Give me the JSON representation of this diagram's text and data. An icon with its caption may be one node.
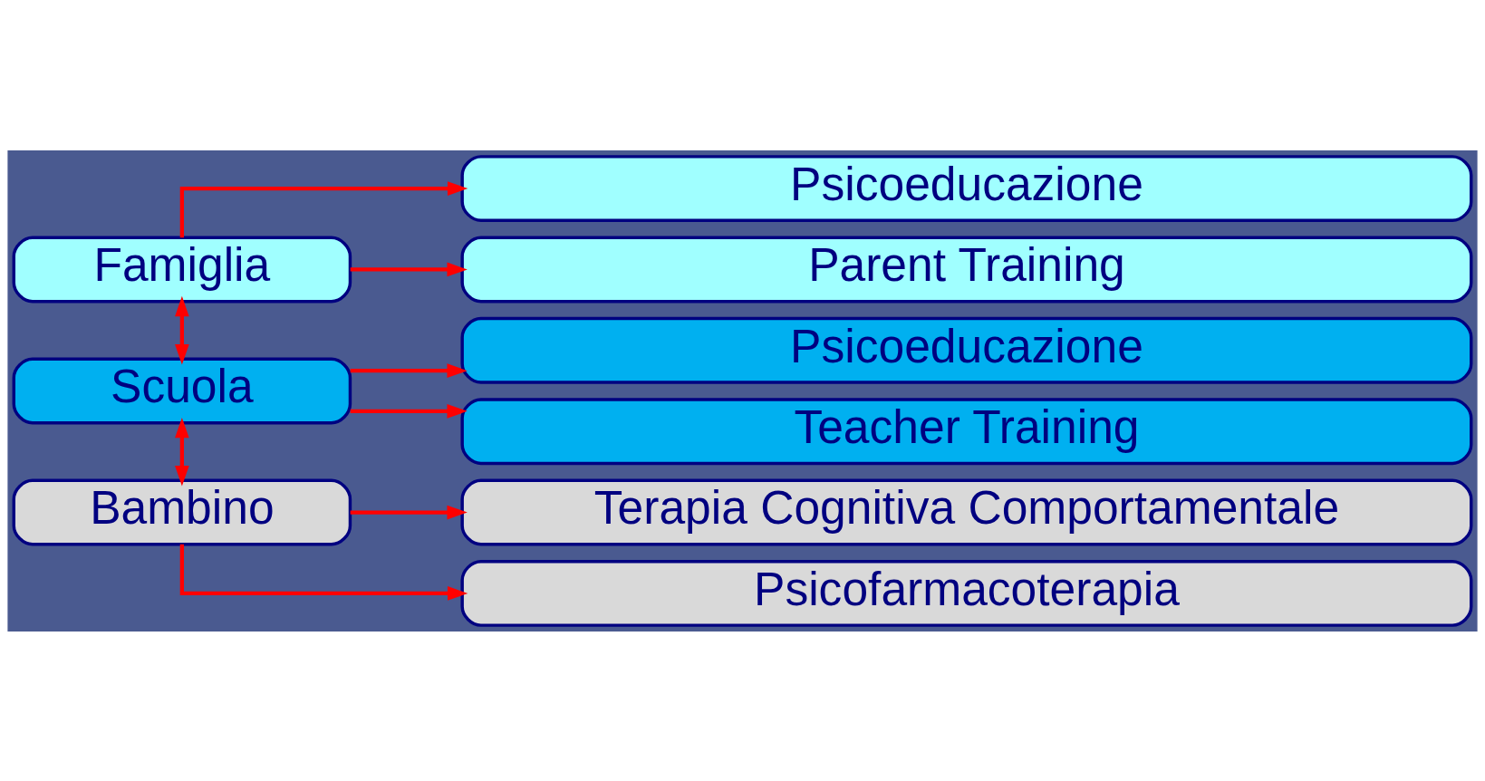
{
  "diagram": {
    "nodes": [
      {
        "text": [
          "Famiglia"
        ]
      },
      {
        "text": [
          "Psicoeducazione"
        ]
      },
      {
        "text": [
          "Parent Training"
        ]
      },
      {
        "text": [
          "Scuola"
        ]
      },
      {
        "text": [
          "Psicoeducazione"
        ]
      },
      {
        "text": [
          "Teacher Training"
        ]
      },
      {
        "text": [
          "Bambino"
        ]
      },
      {
        "text": [
          "Terapia Cognitiva Comportamentale"
        ]
      },
      {
        "text": [
          "Psicofarmacoterapia"
        ]
      }
    ],
    "edges": [
      {
        "from": 0,
        "to": 1,
        "arrow": "to"
      },
      {
        "from": 0,
        "to": 2,
        "arrow": "to"
      },
      {
        "from": 0,
        "to": 3,
        "arrow": "both"
      },
      {
        "from": 3,
        "to": 4,
        "arrow": "to"
      },
      {
        "from": 3,
        "to": 5,
        "arrow": "to"
      },
      {
        "from": 3,
        "to": 6,
        "arrow": "both"
      },
      {
        "from": 6,
        "to": 7,
        "arrow": "to"
      },
      {
        "from": 6,
        "to": 8,
        "arrow": "to"
      }
    ]
  }
}
